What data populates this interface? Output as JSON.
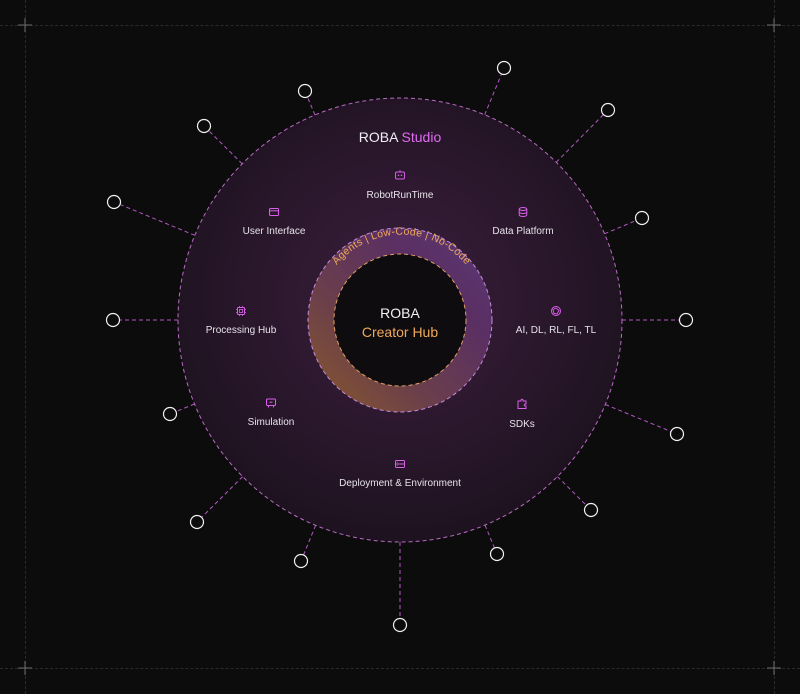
{
  "studio": {
    "name": "ROBA",
    "accent": "Studio"
  },
  "hub": {
    "line1": "ROBA",
    "line2": "Creator Hub"
  },
  "ring_text": "Agents | Low-Code | No-Code",
  "modules": [
    {
      "label": "RobotRunTime",
      "icon": "robot-icon"
    },
    {
      "label": "Data Platform",
      "icon": "database-icon"
    },
    {
      "label": "AI, DL, RL, FL, TL",
      "icon": "network-icon"
    },
    {
      "label": "SDKs",
      "icon": "puzzle-icon"
    },
    {
      "label": "Deployment & Environment",
      "icon": "server-icon"
    },
    {
      "label": "Simulation",
      "icon": "simulation-icon"
    },
    {
      "label": "Processing Hub",
      "icon": "cpu-icon"
    },
    {
      "label": "User Interface",
      "icon": "window-icon"
    }
  ],
  "colors": {
    "background": "#0d0c0d",
    "studio_accent": "#e06cf0",
    "hub_accent": "#f0a957",
    "icon": "#d85fe8",
    "connector": "#b357c4"
  }
}
